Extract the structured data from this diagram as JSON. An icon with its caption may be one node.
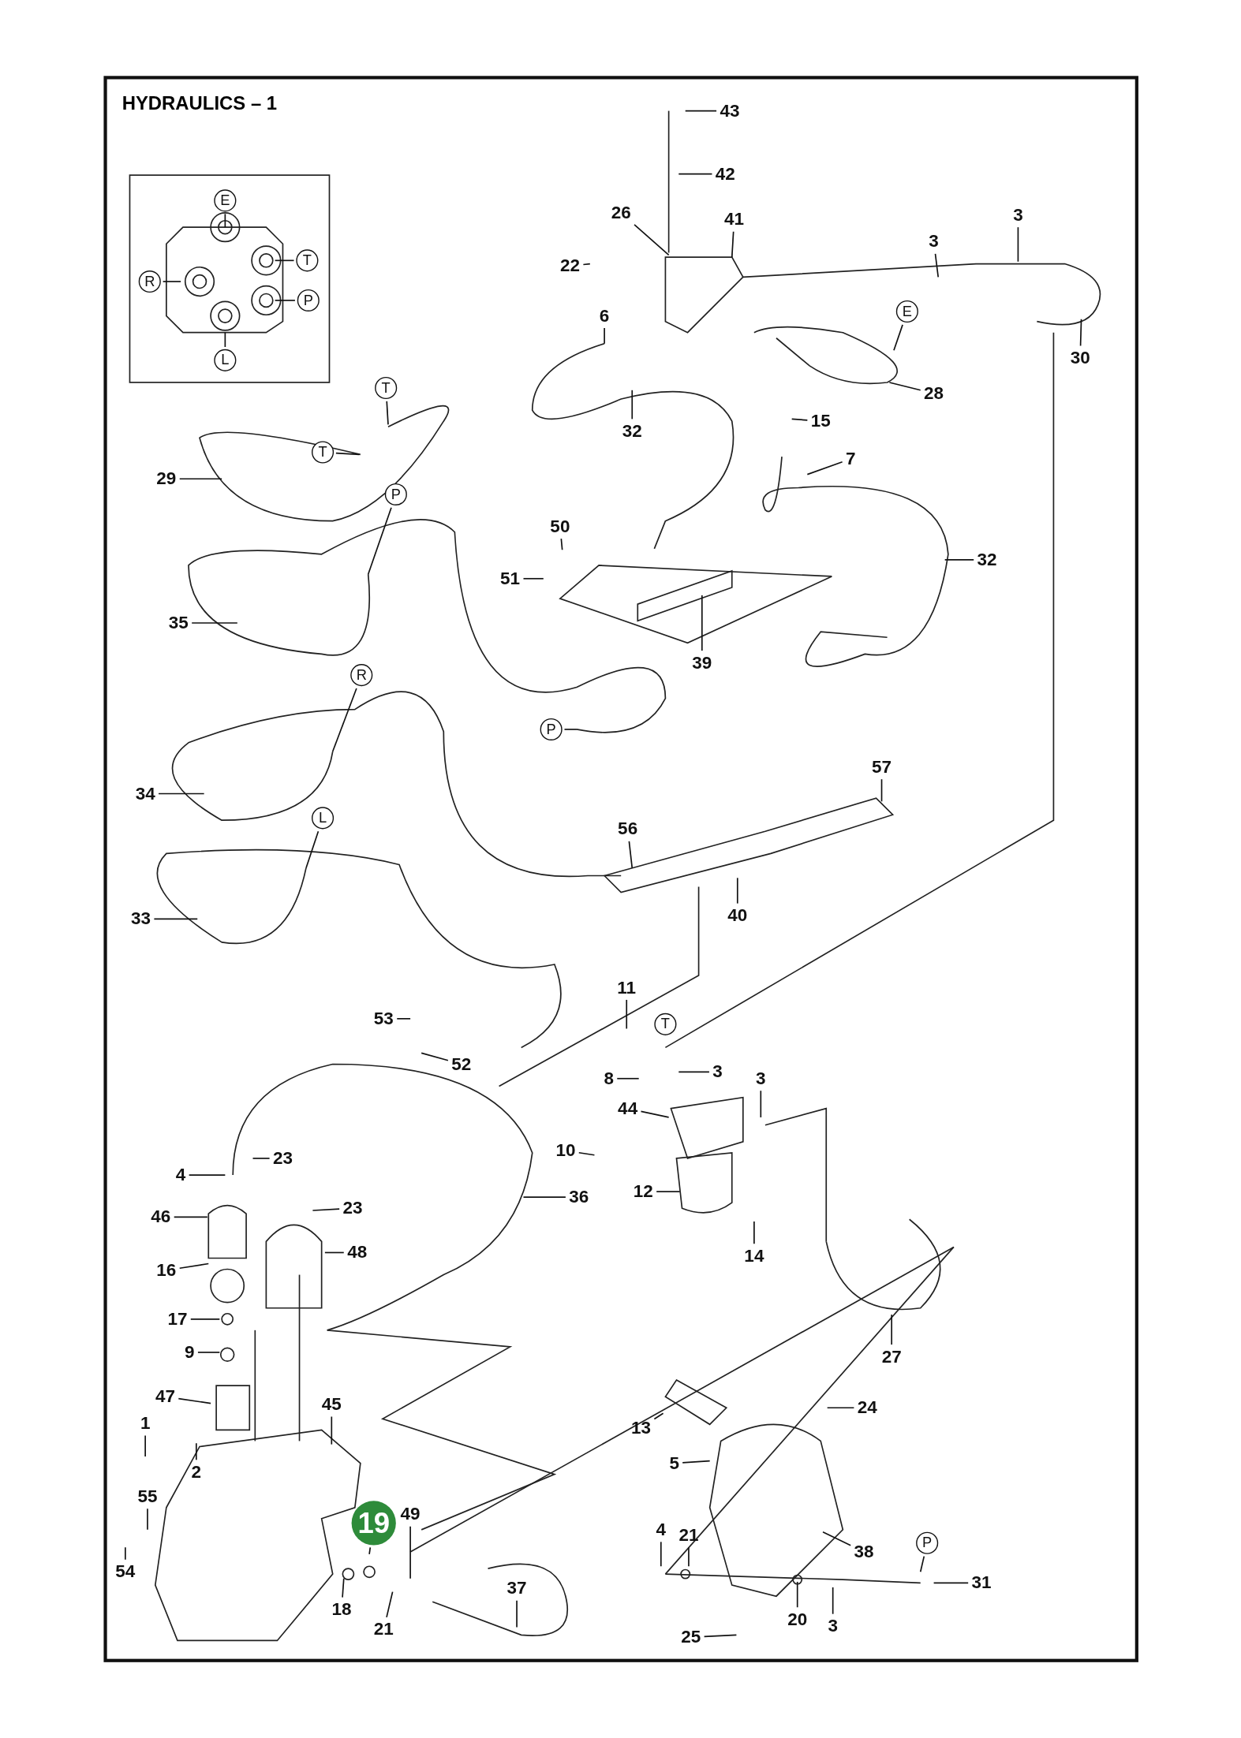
{
  "diagram": {
    "title": "HYDRAULICS – 1",
    "nodes": [
      {
        "text": [
          "E"
        ]
      },
      {
        "text": [
          "T"
        ]
      },
      {
        "text": [
          "R"
        ]
      },
      {
        "text": [
          "P"
        ]
      },
      {
        "text": [
          "L"
        ]
      },
      {
        "text": [
          "43"
        ]
      },
      {
        "text": [
          "42"
        ]
      },
      {
        "text": [
          "41"
        ]
      },
      {
        "text": [
          "3"
        ]
      },
      {
        "text": [
          "26"
        ]
      },
      {
        "text": [
          "3"
        ]
      },
      {
        "text": [
          "22"
        ]
      },
      {
        "text": [
          "6"
        ]
      },
      {
        "text": [
          "E"
        ]
      },
      {
        "text": [
          "30"
        ]
      },
      {
        "text": [
          "T"
        ]
      },
      {
        "text": [
          "28"
        ]
      },
      {
        "text": [
          "32"
        ]
      },
      {
        "text": [
          "15"
        ]
      },
      {
        "text": [
          "T"
        ]
      },
      {
        "text": [
          "7"
        ]
      },
      {
        "text": [
          "29"
        ]
      },
      {
        "text": [
          "P"
        ]
      },
      {
        "text": [
          "50"
        ]
      },
      {
        "text": [
          "32"
        ]
      },
      {
        "text": [
          "51"
        ]
      },
      {
        "text": [
          "35"
        ]
      },
      {
        "text": [
          "39"
        ]
      },
      {
        "text": [
          "R"
        ]
      },
      {
        "text": [
          "P"
        ]
      },
      {
        "text": [
          "57"
        ]
      },
      {
        "text": [
          "34"
        ]
      },
      {
        "text": [
          "L"
        ]
      },
      {
        "text": [
          "56"
        ]
      },
      {
        "text": [
          "40"
        ]
      },
      {
        "text": [
          "33"
        ]
      },
      {
        "text": [
          "11"
        ]
      },
      {
        "text": [
          "53"
        ]
      },
      {
        "text": [
          "T"
        ]
      },
      {
        "text": [
          "52"
        ]
      },
      {
        "text": [
          "8"
        ]
      },
      {
        "text": [
          "3"
        ]
      },
      {
        "text": [
          "3"
        ]
      },
      {
        "text": [
          "44"
        ]
      },
      {
        "text": [
          "10"
        ]
      },
      {
        "text": [
          "4"
        ]
      },
      {
        "text": [
          "23"
        ]
      },
      {
        "text": [
          "12"
        ]
      },
      {
        "text": [
          "36"
        ]
      },
      {
        "text": [
          "23"
        ]
      },
      {
        "text": [
          "46"
        ]
      },
      {
        "text": [
          "48"
        ]
      },
      {
        "text": [
          "14"
        ]
      },
      {
        "text": [
          "16"
        ]
      },
      {
        "text": [
          "17"
        ]
      },
      {
        "text": [
          "9"
        ]
      },
      {
        "text": [
          "27"
        ]
      },
      {
        "text": [
          "47"
        ]
      },
      {
        "text": [
          "45"
        ]
      },
      {
        "text": [
          "24"
        ]
      },
      {
        "text": [
          "1"
        ]
      },
      {
        "text": [
          "13"
        ]
      },
      {
        "text": [
          "5"
        ]
      },
      {
        "text": [
          "2"
        ]
      },
      {
        "text": [
          "55"
        ]
      },
      {
        "text": [
          "19"
        ]
      },
      {
        "text": [
          "49"
        ]
      },
      {
        "text": [
          "4"
        ]
      },
      {
        "text": [
          "21"
        ]
      },
      {
        "text": [
          "P"
        ]
      },
      {
        "text": [
          "38"
        ]
      },
      {
        "text": [
          "54"
        ]
      },
      {
        "text": [
          "31"
        ]
      },
      {
        "text": [
          "37"
        ]
      },
      {
        "text": [
          "18"
        ]
      },
      {
        "text": [
          "20"
        ]
      },
      {
        "text": [
          "3"
        ]
      },
      {
        "text": [
          "21"
        ]
      },
      {
        "text": [
          "25"
        ]
      }
    ],
    "edges": [
      {
        "from": 0,
        "to": null,
        "arrow": "none"
      },
      {
        "from": 1,
        "to": null,
        "arrow": "none"
      },
      {
        "from": 2,
        "to": null,
        "arrow": "none"
      },
      {
        "from": 3,
        "to": null,
        "arrow": "none"
      },
      {
        "from": 4,
        "to": null,
        "arrow": "none"
      },
      {
        "from": 5,
        "to": null,
        "arrow": "none"
      },
      {
        "from": 6,
        "to": null,
        "arrow": "none"
      },
      {
        "from": 7,
        "to": null,
        "arrow": "none"
      },
      {
        "from": 8,
        "to": null,
        "arrow": "none"
      },
      {
        "from": 9,
        "to": null,
        "arrow": "none"
      },
      {
        "from": 10,
        "to": null,
        "arrow": "none"
      },
      {
        "from": 11,
        "to": null,
        "arrow": "none"
      },
      {
        "from": 12,
        "to": null,
        "arrow": "none"
      },
      {
        "from": 13,
        "to": null,
        "arrow": "none"
      },
      {
        "from": 14,
        "to": null,
        "arrow": "none"
      },
      {
        "from": 15,
        "to": null,
        "arrow": "none"
      },
      {
        "from": 16,
        "to": null,
        "arrow": "none"
      },
      {
        "from": 17,
        "to": null,
        "arrow": "none"
      },
      {
        "from": 18,
        "to": null,
        "arrow": "none"
      },
      {
        "from": 19,
        "to": null,
        "arrow": "none"
      },
      {
        "from": 20,
        "to": null,
        "arrow": "none"
      },
      {
        "from": 21,
        "to": null,
        "arrow": "none"
      },
      {
        "from": 22,
        "to": null,
        "arrow": "none"
      },
      {
        "from": 23,
        "to": null,
        "arrow": "none"
      },
      {
        "from": 24,
        "to": null,
        "arrow": "none"
      },
      {
        "from": 25,
        "to": null,
        "arrow": "none"
      },
      {
        "from": 26,
        "to": null,
        "arrow": "none"
      },
      {
        "from": 27,
        "to": null,
        "arrow": "none"
      },
      {
        "from": 28,
        "to": null,
        "arrow": "none"
      },
      {
        "from": 29,
        "to": null,
        "arrow": "none"
      },
      {
        "from": 30,
        "to": null,
        "arrow": "none"
      },
      {
        "from": 31,
        "to": null,
        "arrow": "none"
      },
      {
        "from": 32,
        "to": null,
        "arrow": "none"
      },
      {
        "from": 33,
        "to": null,
        "arrow": "none"
      },
      {
        "from": 34,
        "to": null,
        "arrow": "none"
      },
      {
        "from": 35,
        "to": null,
        "arrow": "none"
      },
      {
        "from": 36,
        "to": null,
        "arrow": "none"
      },
      {
        "from": 37,
        "to": null,
        "arrow": "none"
      },
      {
        "from": 39,
        "to": null,
        "arrow": "none"
      },
      {
        "from": 40,
        "to": null,
        "arrow": "none"
      },
      {
        "from": 41,
        "to": null,
        "arrow": "none"
      },
      {
        "from": 42,
        "to": null,
        "arrow": "none"
      },
      {
        "from": 43,
        "to": null,
        "arrow": "none"
      },
      {
        "from": 44,
        "to": null,
        "arrow": "none"
      },
      {
        "from": 45,
        "to": null,
        "arrow": "none"
      },
      {
        "from": 46,
        "to": null,
        "arrow": "none"
      },
      {
        "from": 47,
        "to": null,
        "arrow": "none"
      },
      {
        "from": 48,
        "to": null,
        "arrow": "none"
      },
      {
        "from": 49,
        "to": null,
        "arrow": "none"
      },
      {
        "from": 50,
        "to": null,
        "arrow": "none"
      },
      {
        "from": 51,
        "to": null,
        "arrow": "none"
      },
      {
        "from": 52,
        "to": null,
        "arrow": "none"
      },
      {
        "from": 53,
        "to": null,
        "arrow": "none"
      },
      {
        "from": 54,
        "to": null,
        "arrow": "none"
      },
      {
        "from": 55,
        "to": null,
        "arrow": "none"
      },
      {
        "from": 56,
        "to": null,
        "arrow": "none"
      },
      {
        "from": 57,
        "to": null,
        "arrow": "none"
      },
      {
        "from": 58,
        "to": null,
        "arrow": "none"
      },
      {
        "from": 59,
        "to": null,
        "arrow": "none"
      },
      {
        "from": 60,
        "to": null,
        "arrow": "none"
      },
      {
        "from": 61,
        "to": null,
        "arrow": "none"
      },
      {
        "from": 62,
        "to": null,
        "arrow": "none"
      },
      {
        "from": 63,
        "to": null,
        "arrow": "none"
      },
      {
        "from": 64,
        "to": null,
        "arrow": "none"
      },
      {
        "from": 65,
        "to": null,
        "arrow": "none"
      },
      {
        "from": 66,
        "to": null,
        "arrow": "none"
      },
      {
        "from": 67,
        "to": null,
        "arrow": "none"
      },
      {
        "from": 68,
        "to": null,
        "arrow": "none"
      },
      {
        "from": 69,
        "to": null,
        "arrow": "none"
      },
      {
        "from": 70,
        "to": null,
        "arrow": "none"
      },
      {
        "from": 71,
        "to": null,
        "arrow": "none"
      },
      {
        "from": 72,
        "to": null,
        "arrow": "none"
      },
      {
        "from": 73,
        "to": null,
        "arrow": "none"
      },
      {
        "from": 74,
        "to": null,
        "arrow": "none"
      },
      {
        "from": 75,
        "to": null,
        "arrow": "none"
      },
      {
        "from": 76,
        "to": null,
        "arrow": "none"
      },
      {
        "from": 77,
        "to": null,
        "arrow": "none"
      },
      {
        "from": 78,
        "to": null,
        "arrow": "none"
      }
    ]
  }
}
